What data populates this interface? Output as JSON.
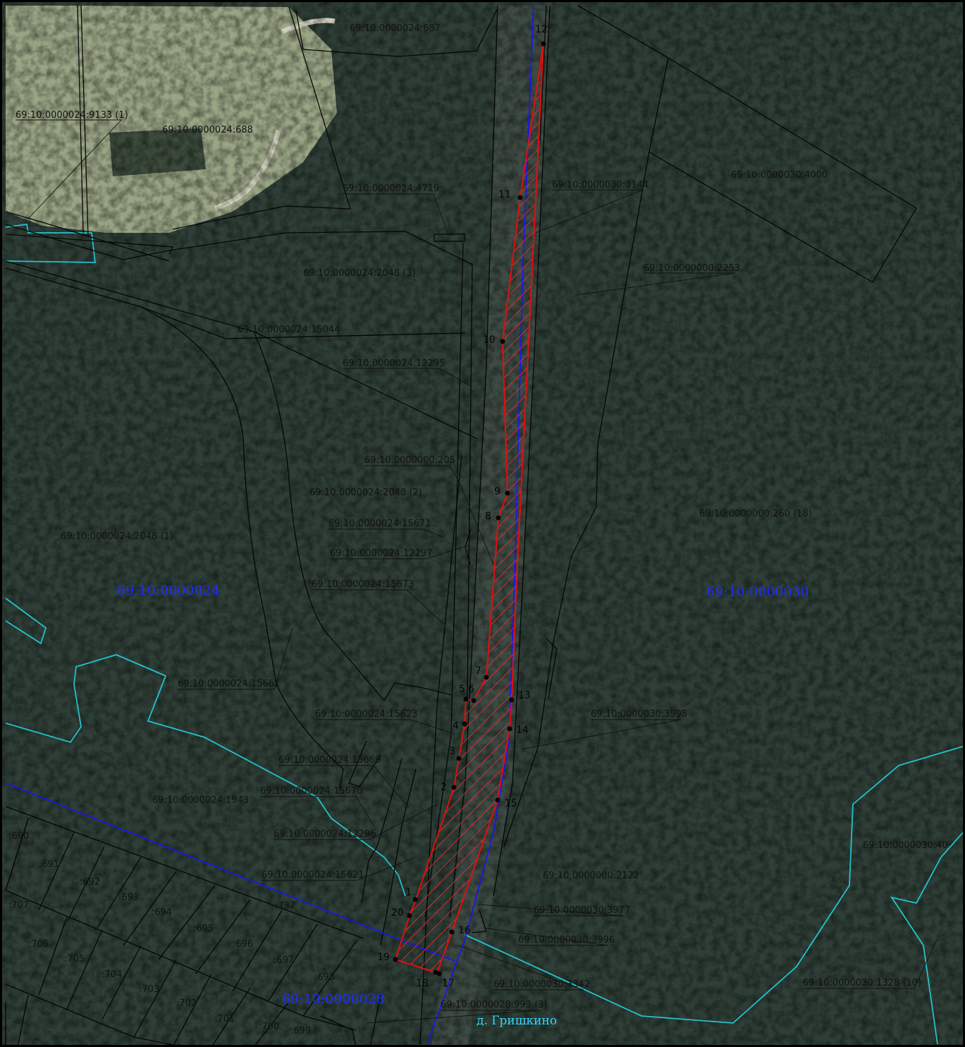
{
  "colors": {
    "forest": "#2f3f37",
    "field": "#9aa585",
    "parcel_line": "#050505",
    "zone_fill": "#ff2a2a",
    "zone_stroke": "#e01010",
    "axis_line": "#1414ff",
    "settlement_line": "#22c3cf",
    "block_label": "#1d2cff",
    "locality_label": "#33d7ff"
  },
  "parcel_labels": [
    "69:10:0000024:687",
    "69:10:0000024:9133 (1)",
    "69:10:0000024:688",
    "69:10:0000024:4719",
    "69:10:0000030:3144",
    "69:10:0000030:4000",
    "69:10:0000024:2048 (3)",
    "69:10:0000000:2253",
    "69:10:0000024:15044",
    "69:10:0000024:12295",
    "69:10:0000000:205",
    "69:10:0000024:2048 (2)",
    "69:10:0000024:15671",
    "69:10:0000000:260 (18)",
    "69:10:0000024:2048 (1)",
    "69:10:0000024:12297",
    "69:10:0000024:15673",
    "69:10:0000024:15661",
    "69:10:0000030:3998",
    "69:10:0000024:15623",
    "69:10:0000024:15669",
    "69:10:0000024:1943",
    "69:10:0000024:15670",
    "69:10:0000030:40",
    "69:10:0000024:12296",
    "69:10:0000024:15621",
    "69:10:0000000:2122",
    "69:10:0000030:3977",
    "69:10:0000030:3996",
    "69:10:0000030:3342",
    "69:10:0000030:1328 (10)",
    "69:10:0000028:993 (3)"
  ],
  "lot_labels": [
    ":690",
    ":691",
    ":692",
    ":693",
    ":694",
    ":695",
    ":696",
    ":697",
    ":698",
    ":699",
    ":700",
    ":701",
    ":702",
    ":703",
    ":704",
    ":705",
    ":706",
    ":707",
    ":737"
  ],
  "block_labels": [
    "69:10:0000024",
    "69:10:0000030",
    "69:10:0000028"
  ],
  "locality_label": "д. Гришкино",
  "points": [
    "1",
    "2",
    "3",
    "4",
    "5",
    "6",
    "7",
    "8",
    "9",
    "10",
    "11",
    "12",
    "13",
    "14",
    "15",
    "16",
    "17",
    "18",
    "19",
    "20"
  ]
}
